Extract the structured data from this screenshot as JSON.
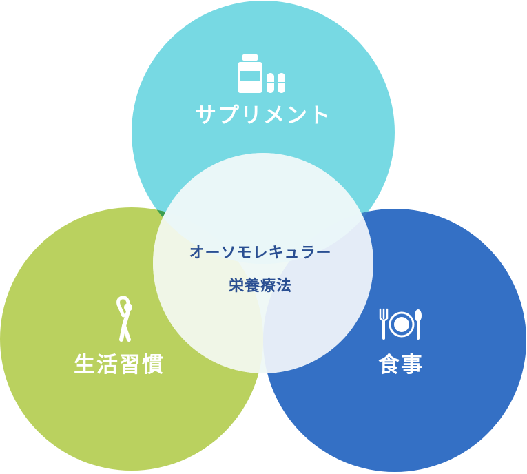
{
  "diagram": {
    "circles": [
      {
        "id": "supplement",
        "label": "サプリメント",
        "icon": "supplement-bottle-pills-icon",
        "color": "#77d9e3"
      },
      {
        "id": "lifestyle",
        "label": "生活習慣",
        "icon": "stretching-person-icon",
        "color": "#bad15f"
      },
      {
        "id": "diet",
        "label": "食事",
        "icon": "plate-fork-spoon-icon",
        "color": "#3470c5"
      }
    ],
    "center": {
      "line1": "オーソモレキュラー",
      "line2": "栄養療法",
      "fill_color": "#eaf6f7",
      "text_color": "#2a4f92"
    }
  }
}
